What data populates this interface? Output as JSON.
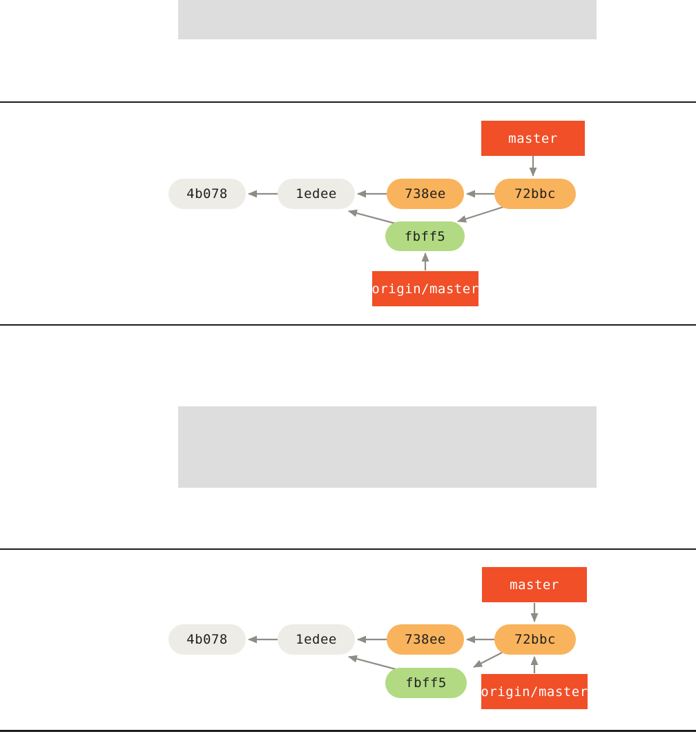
{
  "colors": {
    "background": "#ffffff",
    "code_block": "#dddddd",
    "divider": "#1b1b1b",
    "ref_box_bg": "#f04f28",
    "ref_box_text": "#ffffff",
    "commit_plain_bg": "#edece6",
    "commit_orange_bg": "#f9b35c",
    "commit_green_bg": "#b1da83",
    "commit_text": "#1f1f1f",
    "arrow": "#8f8b85"
  },
  "diagram_before_push": {
    "refs": {
      "master": "master",
      "origin_master": "origin/master"
    },
    "commits": {
      "c1": "4b078",
      "c2": "1edee",
      "c3": "738ee",
      "c4": "72bbc",
      "c5": "fbff5"
    }
  },
  "diagram_after_push": {
    "refs": {
      "master": "master",
      "origin_master": "origin/master"
    },
    "commits": {
      "c1": "4b078",
      "c2": "1edee",
      "c3": "738ee",
      "c4": "72bbc",
      "c5": "fbff5"
    }
  }
}
